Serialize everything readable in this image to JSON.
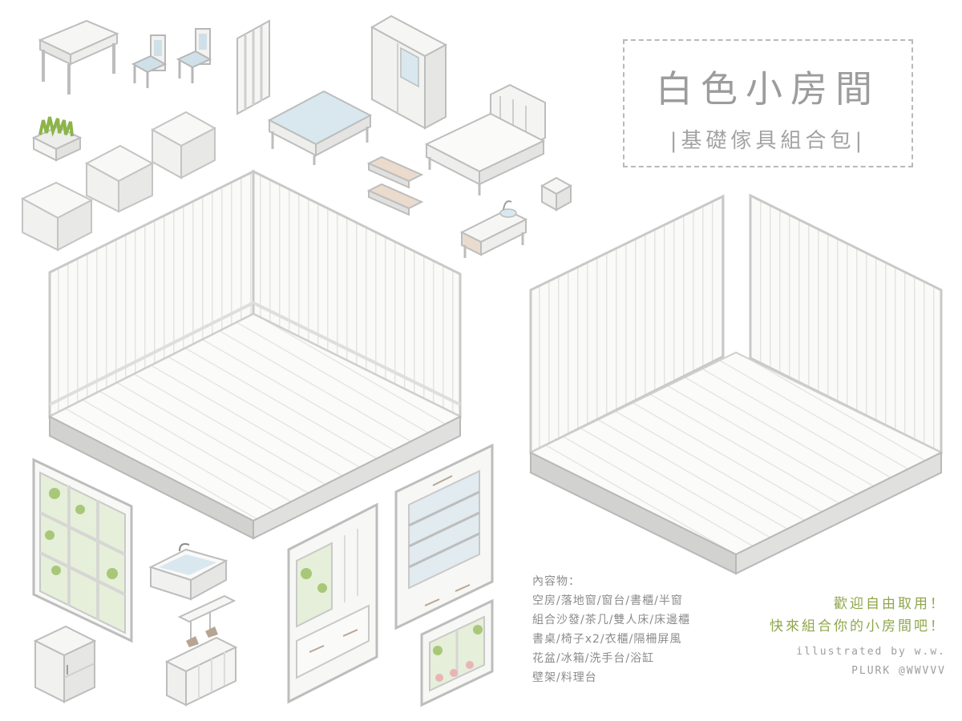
{
  "title": {
    "main": "白色小房間",
    "subtitle": "|基礎傢具組合包|"
  },
  "contents": {
    "heading": "內容物：",
    "lines": [
      "空房/落地窗/窗台/書櫃/半窗",
      "組合沙發/茶几/雙人床/床邊櫃",
      "書桌/椅子x2/衣櫃/隔柵屏風",
      "花盆/冰箱/洗手台/浴缸",
      "壁架/料理台"
    ]
  },
  "welcome": {
    "line1": "歡迎自由取用！",
    "line2": "快來組合你的小房間吧！"
  },
  "credit": {
    "line1": "illustrated by w.w.",
    "line2": "PLURK @WWVVV"
  },
  "colors": {
    "background": "#ffffff",
    "furniture_fill": "#f7f7f5",
    "outline": "#c8c8c8",
    "glass": "#d8e8ee",
    "wood": "#e8d8c8",
    "plant": "#8db44a",
    "accent_text": "#8fa64a"
  },
  "icons": [
    "desk-icon",
    "chair-icon",
    "screen-icon",
    "wardrobe-icon",
    "plant-pot-icon",
    "sofa-icon",
    "coffee-table-icon",
    "wall-shelf-icon",
    "bed-icon",
    "nightstand-icon",
    "sink-icon",
    "empty-room-icon",
    "french-window-icon",
    "bathtub-icon",
    "fridge-icon",
    "kitchen-counter-icon",
    "window-seat-icon",
    "bookcase-icon",
    "half-window-icon"
  ]
}
